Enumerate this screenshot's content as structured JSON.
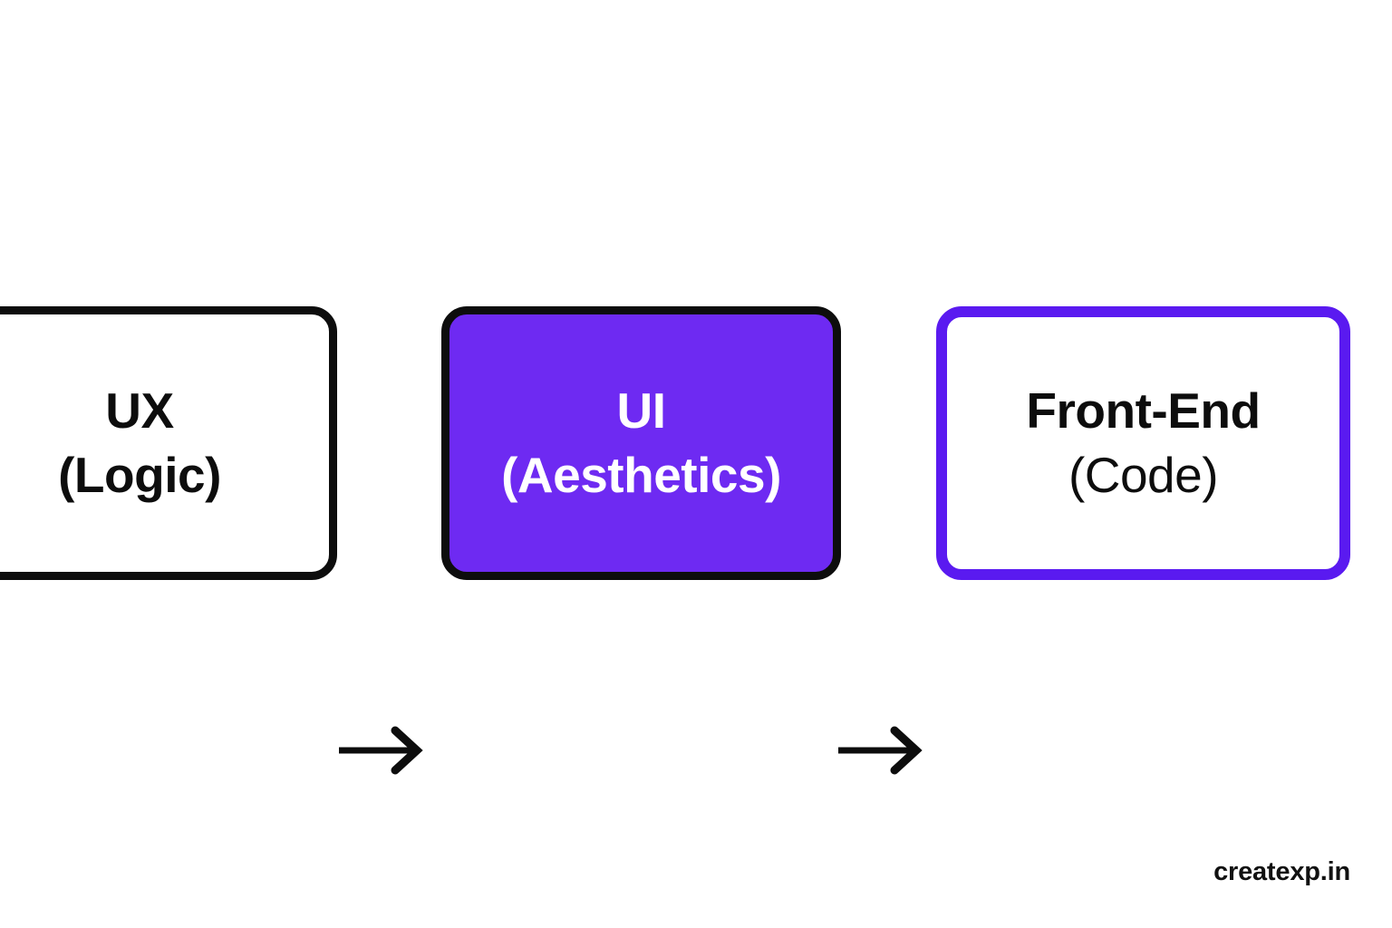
{
  "diagram": {
    "title": "UX to UI to Front-End flow",
    "background_color": "#ffffff",
    "nodes": [
      {
        "id": "ux",
        "line1": "UX",
        "line2": "(Logic)",
        "fill_color": "#ffffff",
        "border_color": "#0d0d0d",
        "text_color": "#0d0d0d"
      },
      {
        "id": "ui",
        "line1": "UI",
        "line2": "(Aesthetics)",
        "fill_color": "#6E2AF2",
        "border_color": "#0d0d0d",
        "text_color": "#ffffff"
      },
      {
        "id": "front-end",
        "line1": "Front-End",
        "line2": "(Code)",
        "fill_color": "#ffffff",
        "border_color": "#5A1AF0",
        "text_color": "#0d0d0d"
      }
    ],
    "connectors": [
      {
        "id": "arrow-ux-to-ui",
        "from": "ux",
        "to": "ui",
        "style": "solid-arrow-right",
        "color": "#0d0d0d"
      },
      {
        "id": "arrow-ui-to-front-end",
        "from": "ui",
        "to": "front-end",
        "style": "solid-arrow-right",
        "color": "#0d0d0d"
      }
    ]
  },
  "watermark": {
    "text": "createxp.in",
    "color": "#111111"
  }
}
